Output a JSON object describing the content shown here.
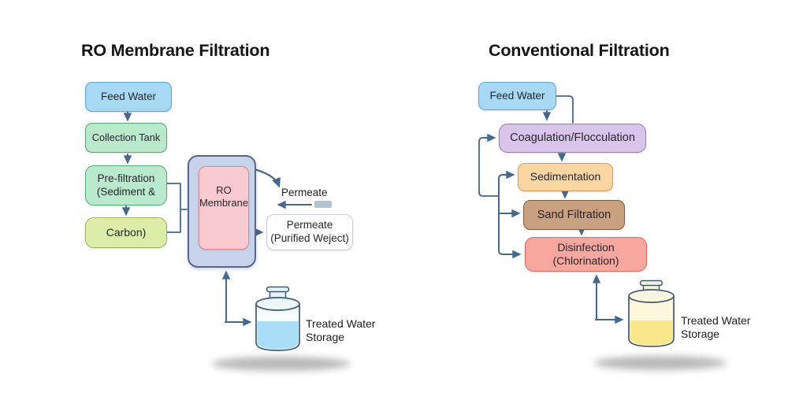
{
  "left": {
    "title": "RO Membrane Filtration",
    "feed_water": "Feed Water",
    "collection_tank": "Collection Tank",
    "prefiltration": {
      "line1": "Pre-filtration",
      "line2": "(Sediment &"
    },
    "carbon": "Carbon)",
    "ro_membrane": {
      "line1": "RO",
      "line2": "Membrane"
    },
    "permeate_arrow_label": "Permeate",
    "permeate_box": {
      "line1": "Permeate",
      "line2": "(Purified Weject)"
    },
    "storage_label": {
      "line1": "Treated Water",
      "line2": "Storage"
    }
  },
  "right": {
    "title": "Conventional Filtration",
    "feed_water": "Feed Water",
    "coagulation": "Coagulation/Flocculation",
    "sedimentation": "Sedimentation",
    "sand_filtration": "Sand Filtration",
    "disinfection": {
      "line1": "Disinfection",
      "line2": "(Chlorination)"
    },
    "storage_label": {
      "line1": "Treated Water",
      "line2": "Storage"
    }
  },
  "colors": {
    "arrow": "#46688e",
    "feed_water_fill": "#a7d9f5",
    "feed_water_border": "#5aa7d6",
    "collection_tank_fill": "#bae8cb",
    "prefiltration_fill": "#bae9cd",
    "green_border": "#57a873",
    "carbon_fill": "#dcedaa",
    "ro_housing_fill": "#c7d3ea",
    "ro_housing_border": "#57688c",
    "ro_membrane_fill": "#f9cad0",
    "ro_membrane_border": "#df8691",
    "coagulation_fill": "#d9c4ea",
    "sedimentation_fill": "#fbd5a2",
    "sand_filtration_fill": "#c9a181",
    "disinfection_fill": "#f8a79f",
    "treated_water_blue": "#a9def7",
    "treated_water_yellow": "#f9e78c"
  }
}
